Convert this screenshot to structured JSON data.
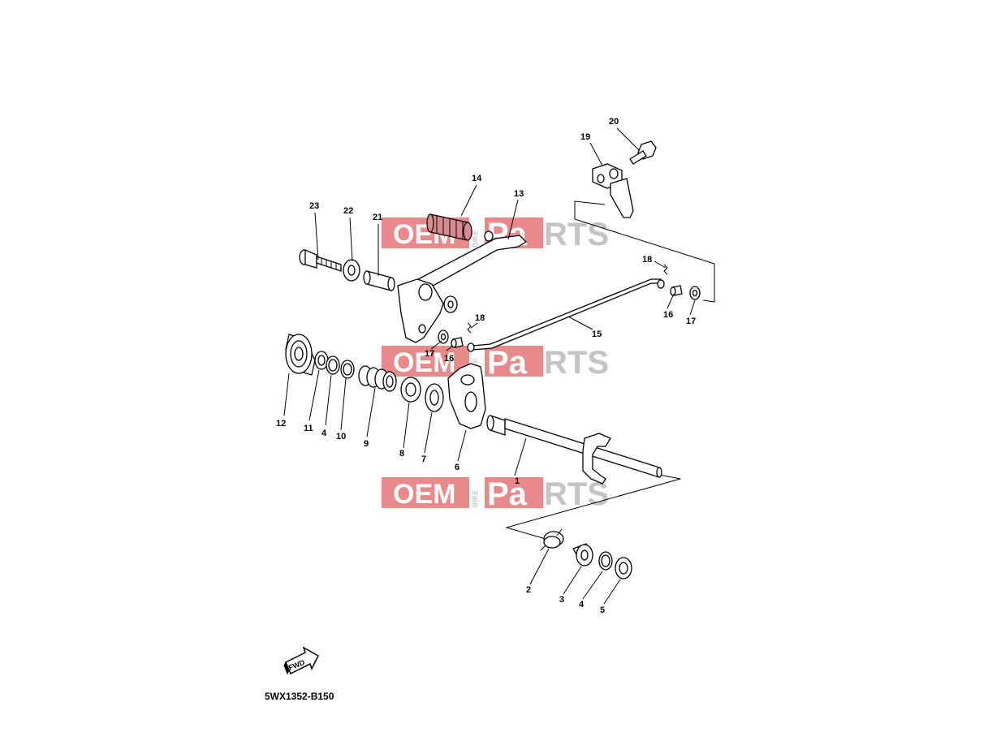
{
  "diagram": {
    "code": "5WX1352-B150",
    "fwd_label": "FWD",
    "callouts": [
      "1",
      "2",
      "3",
      "4",
      "4",
      "5",
      "6",
      "7",
      "8",
      "9",
      "10",
      "11",
      "12",
      "13",
      "14",
      "15",
      "16",
      "16",
      "17",
      "17",
      "18",
      "18",
      "19",
      "20",
      "21",
      "22",
      "23"
    ]
  },
  "watermark": {
    "oem": "OEM",
    "bike": "BIKE",
    "pa": "Pa",
    "rts": "RTS",
    "colors": {
      "red": "#e8898b",
      "gray": "#c4c4c4"
    }
  }
}
